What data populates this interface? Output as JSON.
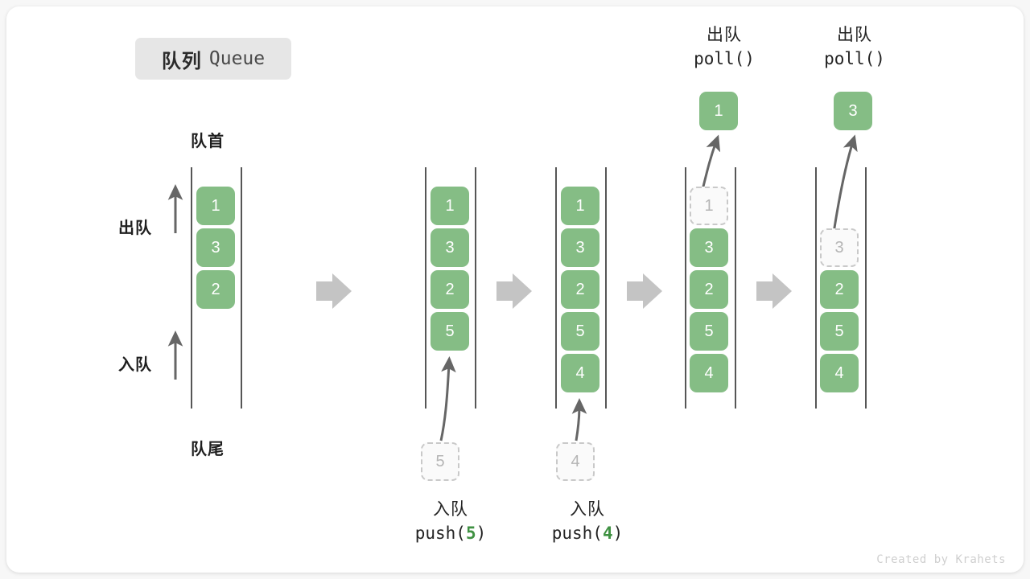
{
  "title": {
    "cn": "队列",
    "en": "Queue"
  },
  "axis_labels": {
    "head": "队首",
    "tail": "队尾",
    "dequeue": "出队",
    "enqueue": "入队"
  },
  "watermark": "Created by Krahets",
  "colors": {
    "cell_fill": "#85bd85",
    "cell_text": "#ffffff",
    "ghost_fill": "#fafafa",
    "ghost_border": "#c9c9c9",
    "ghost_text": "#b5b5b5",
    "rail": "#565656",
    "arrow": "#666666",
    "transition_arrow": "#c4c4c4",
    "badge_bg": "#e6e6e6",
    "accent_number": "#3f9142",
    "card_bg": "#ffffff",
    "page_bg": "#f7f7f7"
  },
  "operations": [
    {
      "id": "push5",
      "cn": "入队",
      "code_prefix": "push(",
      "code_value": "5",
      "code_suffix": ")",
      "position": "bottom"
    },
    {
      "id": "push4",
      "cn": "入队",
      "code_prefix": "push(",
      "code_value": "4",
      "code_suffix": ")",
      "position": "bottom"
    },
    {
      "id": "poll1",
      "cn": "出队",
      "code_prefix": "poll(",
      "code_value": "",
      "code_suffix": ")",
      "position": "top"
    },
    {
      "id": "poll3",
      "cn": "出队",
      "code_prefix": "poll(",
      "code_value": "",
      "code_suffix": ")",
      "position": "top"
    }
  ],
  "states": [
    {
      "id": "state-initial",
      "cells": [
        "1",
        "3",
        "2"
      ],
      "ghost_slots": [],
      "detached": null,
      "pending": null
    },
    {
      "id": "state-after-push-5",
      "cells": [
        "1",
        "3",
        "2",
        "5"
      ],
      "ghost_slots": [],
      "detached": null,
      "pending": "5"
    },
    {
      "id": "state-after-push-4",
      "cells": [
        "1",
        "3",
        "2",
        "5",
        "4"
      ],
      "ghost_slots": [],
      "detached": null,
      "pending": "4"
    },
    {
      "id": "state-after-poll-1",
      "cells": [
        "1",
        "3",
        "2",
        "5",
        "4"
      ],
      "ghost_slots": [
        0
      ],
      "detached": "1",
      "pending": null
    },
    {
      "id": "state-after-poll-3",
      "cells": [
        "",
        "3",
        "2",
        "5",
        "4"
      ],
      "ghost_slots": [
        1
      ],
      "detached": "3",
      "pending": null
    }
  ],
  "transition_arrows": 4
}
